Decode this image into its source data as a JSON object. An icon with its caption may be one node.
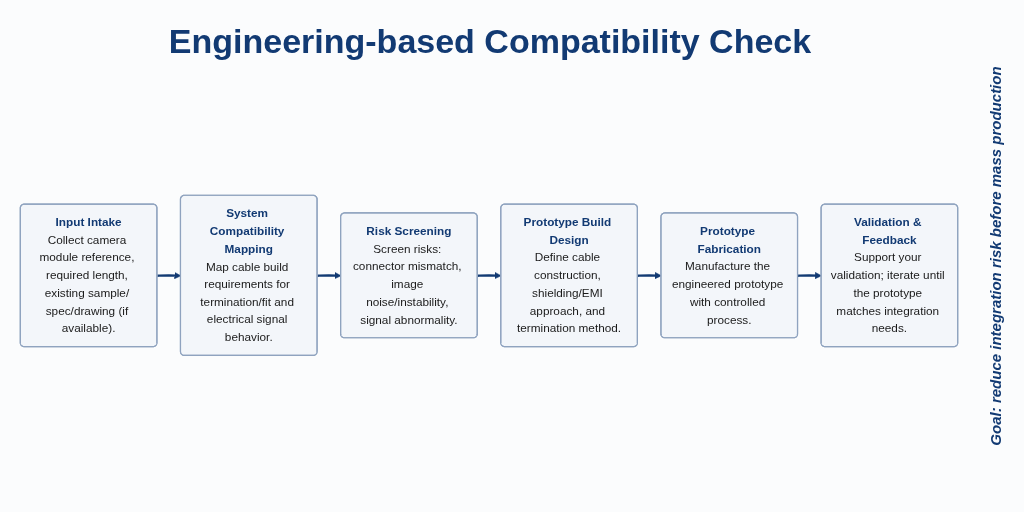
{
  "diagram": {
    "title": "Engineering-based Compatibility Check",
    "nodes": [
      {
        "text": [
          "Input Intake",
          "Collect camera module reference, required length, existing sample/ spec/drawing (if available)."
        ]
      },
      {
        "text": [
          "System Compatibility Mapping",
          "Map cable build requirements for termination/fit and electrical signal behavior."
        ]
      },
      {
        "text": [
          "Risk Screening",
          "Screen risks: connector mismatch, image noise/instability, signal abnormality."
        ]
      },
      {
        "text": [
          "Prototype Build Design",
          "Define cable construction, shielding/EMI approach, and termination method."
        ]
      },
      {
        "text": [
          "Prototype Fabrication",
          "Manufacture the engineered prototype with controlled process."
        ]
      },
      {
        "text": [
          "Validation & Feedback",
          "Support your validation; iterate until the prototype matches integration needs."
        ]
      }
    ],
    "edges": [
      {
        "from": 0,
        "to": 1,
        "arrow": "to"
      },
      {
        "from": 1,
        "to": 2,
        "arrow": "to"
      },
      {
        "from": 2,
        "to": 3,
        "arrow": "to"
      },
      {
        "from": 3,
        "to": 4,
        "arrow": "to"
      },
      {
        "from": 4,
        "to": 5,
        "arrow": "to"
      }
    ],
    "labels": [
      "Goal: reduce integration risk before mass production"
    ]
  }
}
